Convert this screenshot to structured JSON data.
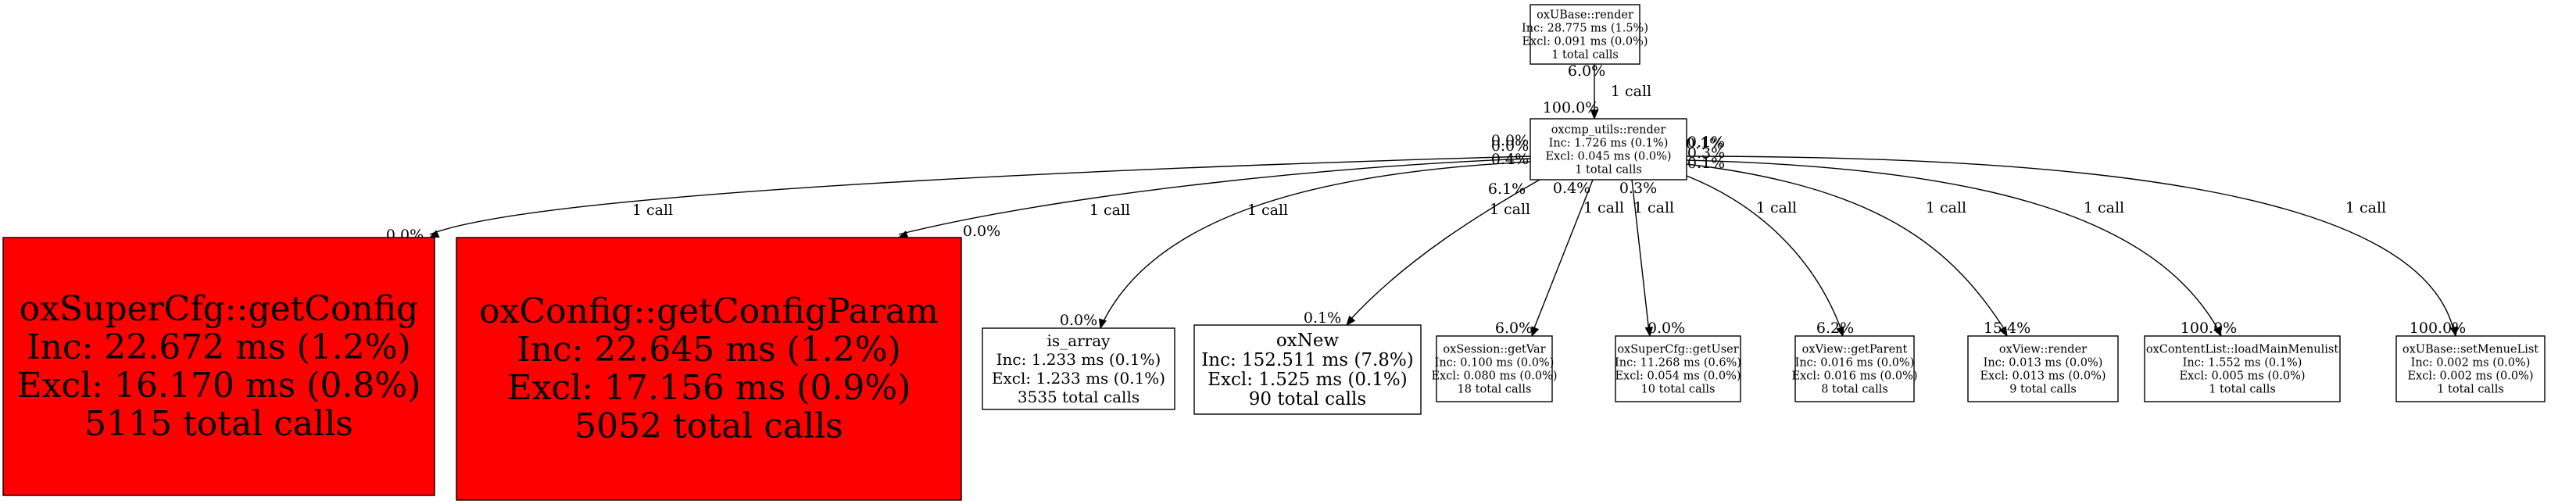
{
  "colors": {
    "hot": "#ff0000",
    "normal": "#ffffff",
    "line": "#000000"
  },
  "nodes": [
    {
      "id": "oxubase-render",
      "fill": "normal",
      "lines": [
        "oxUBase::render",
        "Inc: 28.775 ms (1.5%)",
        "Excl: 0.091 ms (0.0%)",
        "1 total calls"
      ]
    },
    {
      "id": "oxcmp-utils-render",
      "fill": "normal",
      "lines": [
        "oxcmp_utils::render",
        "Inc: 1.726 ms (0.1%)",
        "Excl: 0.045 ms (0.0%)",
        "1 total calls"
      ]
    },
    {
      "id": "oxsupercfg-getconfig",
      "fill": "hot",
      "lines": [
        "oxSuperCfg::getConfig",
        "Inc: 22.672 ms (1.2%)",
        "Excl: 16.170 ms (0.8%)",
        "5115 total calls"
      ]
    },
    {
      "id": "oxconfig-getconfigparam",
      "fill": "hot",
      "lines": [
        "oxConfig::getConfigParam",
        "Inc: 22.645 ms (1.2%)",
        "Excl: 17.156 ms (0.9%)",
        "5052 total calls"
      ]
    },
    {
      "id": "is-array",
      "fill": "normal",
      "lines": [
        "is_array",
        "Inc: 1.233 ms (0.1%)",
        "Excl: 1.233 ms (0.1%)",
        "3535 total calls"
      ]
    },
    {
      "id": "oxnew",
      "fill": "normal",
      "lines": [
        "oxNew",
        "Inc: 152.511 ms (7.8%)",
        "Excl: 1.525 ms (0.1%)",
        "90 total calls"
      ]
    },
    {
      "id": "oxsession-getvar",
      "fill": "normal",
      "lines": [
        "oxSession::getVar",
        "Inc: 0.100 ms (0.0%)",
        "Excl: 0.080 ms (0.0%)",
        "18 total calls"
      ]
    },
    {
      "id": "oxsupercfg-getuser",
      "fill": "normal",
      "lines": [
        "oxSuperCfg::getUser",
        "Inc: 11.268 ms (0.6%)",
        "Excl: 0.054 ms (0.0%)",
        "10 total calls"
      ]
    },
    {
      "id": "oxview-getparent",
      "fill": "normal",
      "lines": [
        "oxView::getParent",
        "Inc: 0.016 ms (0.0%)",
        "Excl: 0.016 ms (0.0%)",
        "8 total calls"
      ]
    },
    {
      "id": "oxview-render",
      "fill": "normal",
      "lines": [
        "oxView::render",
        "Inc: 0.013 ms (0.0%)",
        "Excl: 0.013 ms (0.0%)",
        "9 total calls"
      ]
    },
    {
      "id": "oxcontentlist-loadmainmenulist",
      "fill": "normal",
      "lines": [
        "oxContentList::loadMainMenulist",
        "Inc: 1.552 ms (0.1%)",
        "Excl: 0.005 ms (0.0%)",
        "1 total calls"
      ]
    },
    {
      "id": "oxubase-setmenuelist",
      "fill": "normal",
      "lines": [
        "oxUBase::setMenueList",
        "Inc: 0.002 ms (0.0%)",
        "Excl: 0.002 ms (0.0%)",
        "1 total calls"
      ]
    }
  ],
  "edges": [
    {
      "from": "oxubase-render",
      "to": "oxcmp-utils-render",
      "label": "1 call",
      "tail": "6.0%",
      "head": "100.0%"
    },
    {
      "from": "oxcmp-utils-render",
      "to": "oxsupercfg-getconfig",
      "label": "1 call",
      "tail": "0.0%",
      "head": "0.0%"
    },
    {
      "from": "oxcmp-utils-render",
      "to": "oxconfig-getconfigparam",
      "label": "1 call",
      "tail": "0.0%",
      "head": "0.0%"
    },
    {
      "from": "oxcmp-utils-render",
      "to": "is-array",
      "label": "1 call",
      "tail": "0.4%",
      "head": "0.0%"
    },
    {
      "from": "oxcmp-utils-render",
      "to": "oxnew",
      "label": "1 call",
      "tail": "6.1%",
      "head": "0.1%"
    },
    {
      "from": "oxcmp-utils-render",
      "to": "oxsession-getvar",
      "label": "1 call",
      "tail": "0.4%",
      "head": "6.0%"
    },
    {
      "from": "oxcmp-utils-render",
      "to": "oxsupercfg-getuser",
      "label": "1 call",
      "tail": "0.3%",
      "head": "0.0%"
    },
    {
      "from": "oxcmp-utils-render",
      "to": "oxview-getparent",
      "label": "1 call",
      "tail": "0.1%",
      "head": "6.2%"
    },
    {
      "from": "oxcmp-utils-render",
      "to": "oxview-render",
      "label": "1 call",
      "tail": "0.1%",
      "head": "15.4%"
    },
    {
      "from": "oxcmp-utils-render",
      "to": "oxcontentlist-loadmainmenulist",
      "label": "1 call",
      "tail": "0.3%",
      "head": "100.0%"
    },
    {
      "from": "oxcmp-utils-render",
      "to": "oxubase-setmenuelist",
      "label": "1 call",
      "tail": "0.1%",
      "head": "100.0%"
    }
  ]
}
